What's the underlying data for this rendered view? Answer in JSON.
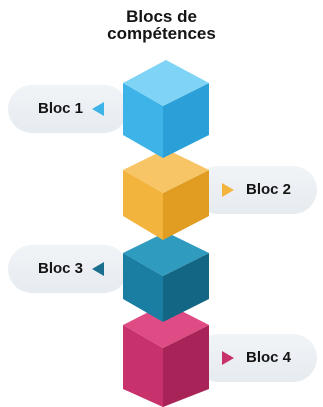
{
  "title": {
    "line1": "Blocs de",
    "line2": "compétences"
  },
  "blocks": [
    {
      "label": "Bloc 1",
      "side": "left",
      "color_top": "#7fd3f5",
      "color_left": "#3db3e8",
      "color_right": "#2b9fd8",
      "arrow_color": "#3db3e8"
    },
    {
      "label": "Bloc 2",
      "side": "right",
      "color_top": "#f7c565",
      "color_left": "#f3b43d",
      "color_right": "#e09d22",
      "arrow_color": "#f3b43d"
    },
    {
      "label": "Bloc 3",
      "side": "left",
      "color_top": "#2e9bbf",
      "color_left": "#1a7ea3",
      "color_right": "#136684",
      "arrow_color": "#1a6f8f"
    },
    {
      "label": "Bloc 4",
      "side": "right",
      "color_top": "#df4b85",
      "color_left": "#c7316c",
      "color_right": "#a82358",
      "arrow_color": "#c7316c"
    }
  ]
}
